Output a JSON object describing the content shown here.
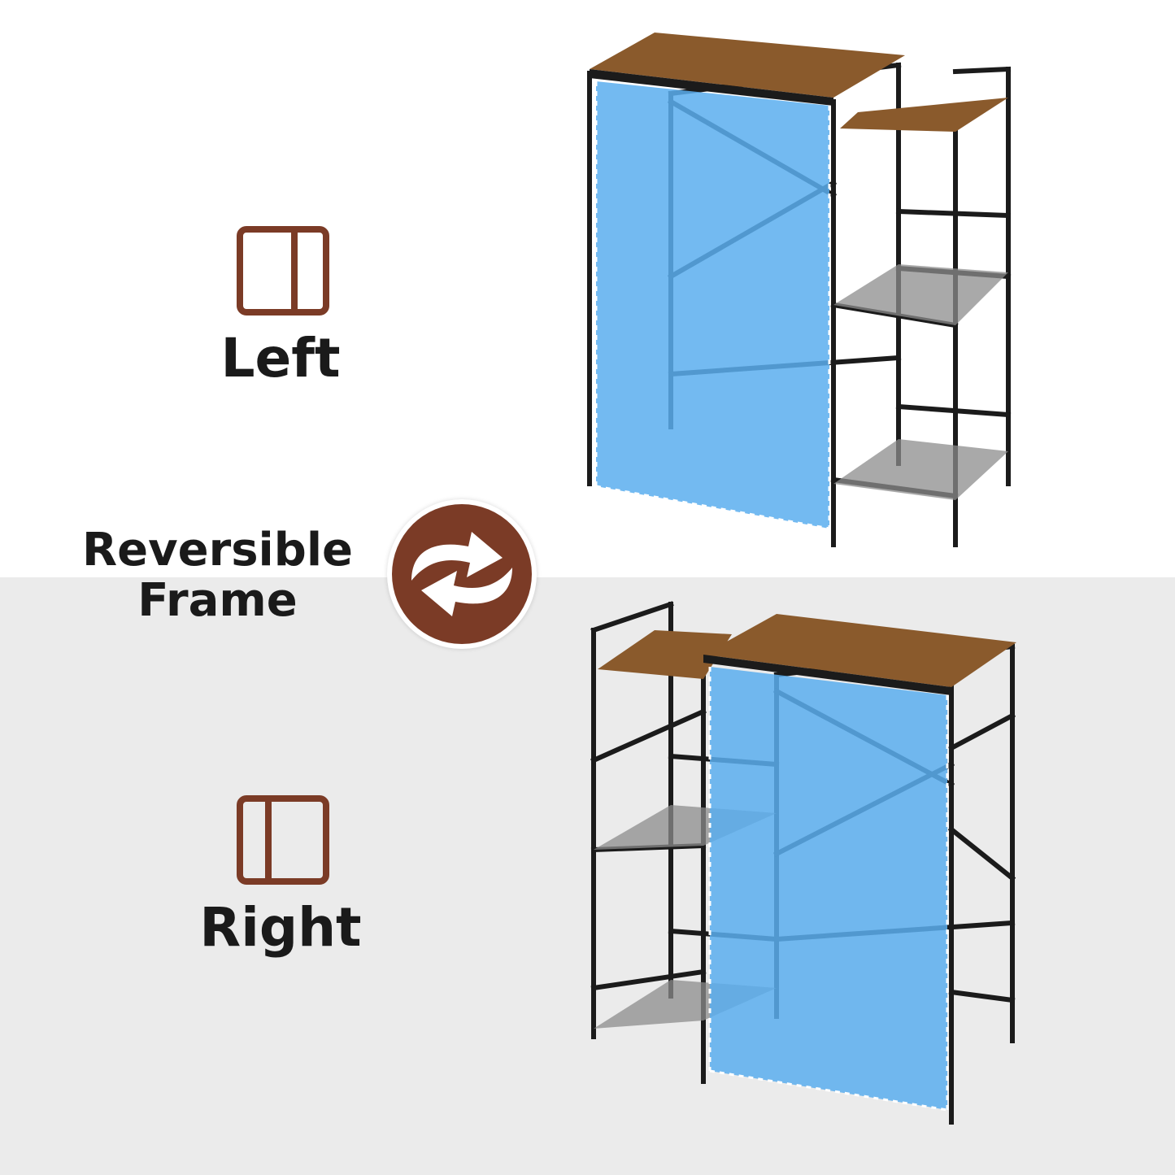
{
  "labels": {
    "left": "Left",
    "reversible_line1": "Reversible",
    "reversible_line2": "Frame",
    "right": "Right"
  },
  "icons": {
    "left_layout": "left-panel-layout-icon",
    "right_layout": "right-panel-layout-icon",
    "swap": "reverse-arrows-icon"
  },
  "colors": {
    "accent_brown": "#7b3b26",
    "fabric_blue": "#5aaeee",
    "wood": "#8a5a2c",
    "frame_black": "#1b1b1b"
  }
}
